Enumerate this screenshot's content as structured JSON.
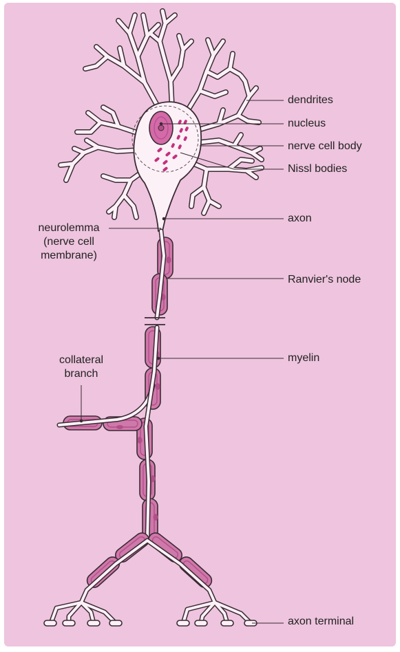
{
  "colors": {
    "background": "#eec4de",
    "cell_fill": "#fbf1f7",
    "outline": "#3a2a33",
    "myelin": "#cf78aa",
    "myelin_dark": "#b24f8a",
    "nucleus": "#d46aa8",
    "nissl": "#c4307e"
  },
  "labels": {
    "dendrites": "dendrites",
    "nucleus": "nucleus",
    "cell_body": "nerve cell body",
    "nissl_bodies": "Nissl bodies",
    "axon": "axon",
    "neurolemma_line1": "neurolemma",
    "neurolemma_line2": "(nerve cell",
    "neurolemma_line3": "membrane)",
    "ranvier_node": "Ranvier's node",
    "myelin": "myelin",
    "collateral_line1": "collateral",
    "collateral_line2": "branch",
    "axon_terminal": "axon terminal"
  }
}
